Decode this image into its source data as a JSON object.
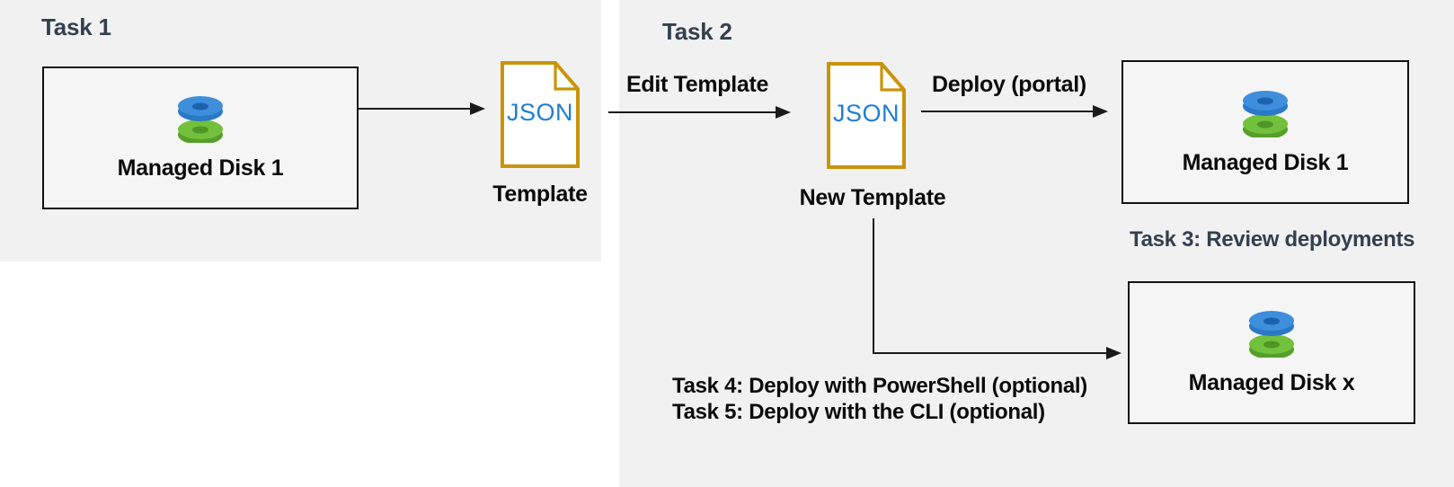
{
  "diagram": {
    "panels": {
      "task1": {
        "label": "Task 1"
      },
      "task2": {
        "label": "Task 2"
      }
    },
    "nodes": {
      "managed_disk_1_source": {
        "label": "Managed Disk 1",
        "icon": "managed-disk-icon"
      },
      "template": {
        "caption": "Template",
        "file_text": "JSON",
        "icon": "json-file-icon"
      },
      "new_template": {
        "caption": "New Template",
        "file_text": "JSON",
        "icon": "json-file-icon"
      },
      "managed_disk_1_deployed": {
        "label": "Managed Disk 1",
        "icon": "managed-disk-icon"
      },
      "managed_disk_x": {
        "label": "Managed Disk x",
        "icon": "managed-disk-icon"
      }
    },
    "arrows": {
      "export_template": {
        "label": ""
      },
      "edit_template": {
        "label": "Edit Template"
      },
      "deploy_portal": {
        "label": "Deploy (portal)"
      },
      "deploy_scripted": {
        "label": ""
      }
    },
    "annotations": {
      "task3": "Task 3: Review deployments",
      "task4": "Task 4: Deploy with PowerShell (optional)",
      "task5": "Task 5: Deploy with the CLI (optional)"
    },
    "colors": {
      "panel_background": "#f1f1f2",
      "heading_slate": "#33404e",
      "text_black": "#0b0b0b",
      "json_doc_gold": "#c8940b",
      "json_text_blue": "#1f7ed5",
      "disk_blue_top": "#3f8edc",
      "disk_blue_rim": "#2b79c6",
      "disk_blue_hole": "#1e62ae",
      "disk_green_top": "#72c13c",
      "disk_green_rim": "#579f2b",
      "disk_green_hole": "#4f9626"
    }
  }
}
